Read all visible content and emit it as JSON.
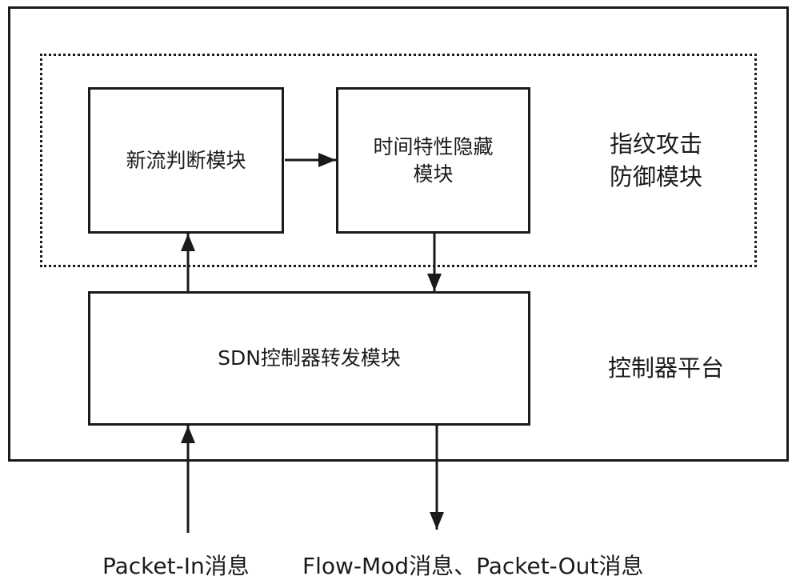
{
  "diagram": {
    "modules": {
      "new_flow": "新流判断模块",
      "time_hide": "时间特性隐藏\n模块",
      "sdn_forward": "SDN控制器转发模块"
    },
    "groups": {
      "defense": "指纹攻击\n防御模块",
      "platform": "控制器平台"
    },
    "inputs": {
      "packet_in": "Packet-In消息",
      "flow_mod_out": "Flow-Mod消息、Packet-Out消息"
    },
    "colors": {
      "stroke": "#1a1a1a",
      "background": "#ffffff"
    }
  }
}
